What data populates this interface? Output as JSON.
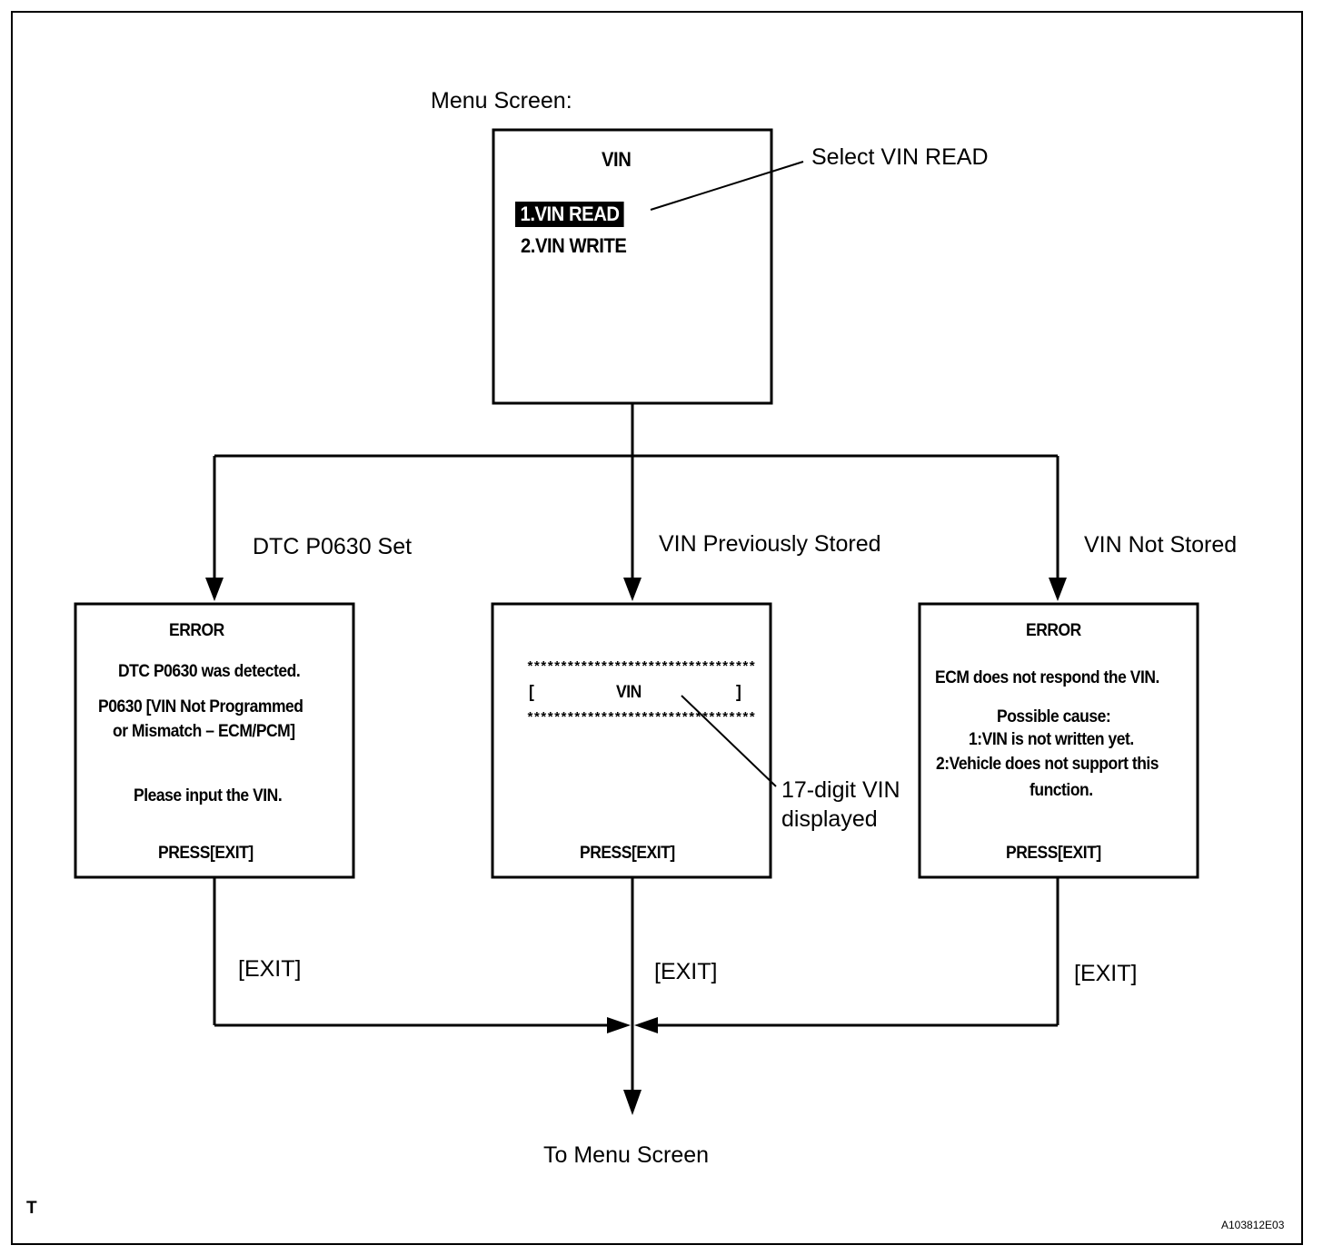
{
  "menu": {
    "caption": "Menu Screen:",
    "screen_title": "VIN",
    "item1": "1.VIN READ",
    "item2": "2.VIN WRITE",
    "select_note": "Select VIN READ"
  },
  "branches": {
    "left_label": "DTC P0630 Set",
    "middle_label": "VIN Previously Stored",
    "right_label": "VIN Not Stored"
  },
  "left_screen": {
    "title": "ERROR",
    "line1": "DTC P0630 was detected.",
    "line2": "P0630  [VIN Not Programmed",
    "line3": "or Mismatch – ECM/PCM]",
    "line4": "Please input the VIN.",
    "press": "PRESS[EXIT]"
  },
  "middle_screen": {
    "stars_top": "**********************************",
    "bracket_left": "[",
    "vin": "VIN",
    "bracket_right": "]",
    "stars_bottom": "**********************************",
    "press": "PRESS[EXIT]",
    "callout_line1": "17-digit VIN",
    "callout_line2": "displayed"
  },
  "right_screen": {
    "title": "ERROR",
    "line1": "ECM does not respond the VIN.",
    "line2": "Possible cause:",
    "line3": "1:VIN is not written yet.",
    "line4": "2:Vehicle does not support this",
    "line5": "function.",
    "press": "PRESS[EXIT]"
  },
  "exits": {
    "left": "[EXIT]",
    "middle": "[EXIT]",
    "right": "[EXIT]"
  },
  "footer": {
    "destination": "To Menu Screen",
    "corner_letter": "T",
    "figure_id": "A103812E03"
  }
}
